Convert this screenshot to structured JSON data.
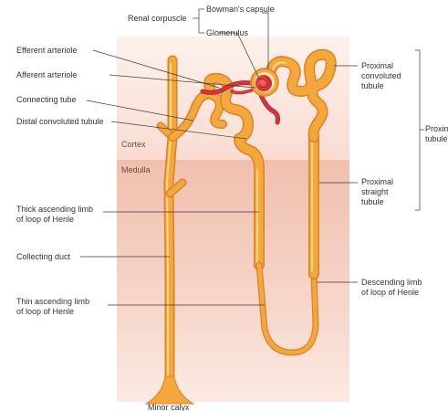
{
  "regions": {
    "cortex": "Cortex",
    "medulla": "Medulla"
  },
  "labels": {
    "renal_corpuscle": "Renal corpuscle",
    "bowmans_capsule": "Bowman's capsule",
    "glomerulus": "Glomerulus",
    "efferent_arteriole": "Efferent arteriole",
    "afferent_arteriole": "Afferent arteriole",
    "connecting_tube": "Connecting tube",
    "distal_convoluted_tubule": "Distal convoluted tubule",
    "thick_ascending_limb_1": "Thick ascending limb",
    "thick_ascending_limb_2": "of loop of Henle",
    "collecting_duct": "Collecting duct",
    "thin_ascending_limb_1": "Thin ascending limb",
    "thin_ascending_limb_2": "of loop of Henle",
    "minor_calyx": "Minor calyx",
    "proximal_convoluted_1": "Proximal",
    "proximal_convoluted_2": "convoluted",
    "proximal_convoluted_3": "tubule",
    "proximal_group_1": "Proxim",
    "proximal_group_2": "tubule",
    "proximal_straight_1": "Proximal",
    "proximal_straight_2": "straight",
    "proximal_straight_3": "tubule",
    "descending_limb_1": "Descending limb",
    "descending_limb_2": "of loop of Henle"
  },
  "colors": {
    "cortex_bg": "#fbe3dc",
    "medulla_bg": "#f3c8b8",
    "tubule": "#f5a83a",
    "tubule_edge": "#d9822a",
    "tubule_highlight": "#ffd88a",
    "vessel": "#d8333f",
    "leader": "#3a3a3a"
  }
}
